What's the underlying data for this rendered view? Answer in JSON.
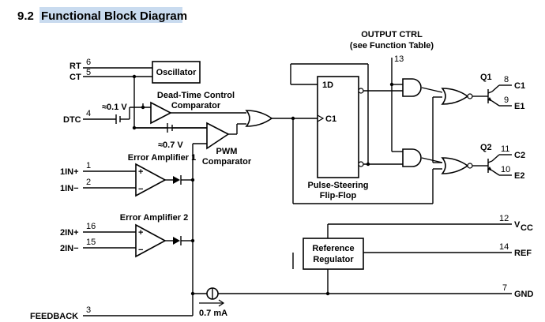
{
  "heading": {
    "number": "9.2",
    "title": "Functional Block Diagram"
  },
  "labels": {
    "output_ctrl": "OUTPUT CTRL",
    "function_table": "(see Function Table)",
    "oscillator": "Oscillator",
    "dead_time_1": "Dead-Time Control",
    "dead_time_2": "Comparator",
    "pwm_1": "PWM",
    "pwm_2": "Comparator",
    "err_amp_1": "Error Amplifier 1",
    "err_amp_2": "Error Amplifier 2",
    "flipflop_1": "Pulse-Steering",
    "flipflop_2": "Flip-Flop",
    "ff_d": "1D",
    "ff_clk": "C1",
    "ref_1": "Reference",
    "ref_2": "Regulator",
    "v01": "≈0.1 V",
    "v07": "≈0.7 V",
    "ma": "0.7 mA",
    "plus": "+",
    "minus": "−"
  },
  "pins": {
    "rt": {
      "name": "RT",
      "num": "6"
    },
    "ct": {
      "name": "CT",
      "num": "5"
    },
    "dtc": {
      "name": "DTC",
      "num": "4"
    },
    "in1p": {
      "name": "1IN+",
      "num": "1"
    },
    "in1m": {
      "name": "1IN−",
      "num": "2"
    },
    "in2p": {
      "name": "2IN+",
      "num": "16"
    },
    "in2m": {
      "name": "2IN−",
      "num": "15"
    },
    "feedback": {
      "name": "FEEDBACK",
      "num": "3"
    },
    "outctrl": {
      "num": "13"
    },
    "q1": {
      "name": "Q1"
    },
    "c1": {
      "name": "C1",
      "num": "8"
    },
    "e1": {
      "name": "E1",
      "num": "9"
    },
    "q2": {
      "name": "Q2"
    },
    "c2": {
      "name": "C2",
      "num": "11"
    },
    "e2": {
      "name": "E2",
      "num": "10"
    },
    "vcc": {
      "name": "V",
      "sub": "CC",
      "num": "12"
    },
    "ref": {
      "name": "REF",
      "num": "14"
    },
    "gnd": {
      "name": "GND",
      "num": "7"
    }
  },
  "colors": {
    "heading_highlight": "#c9dbef",
    "line": "#000000"
  }
}
